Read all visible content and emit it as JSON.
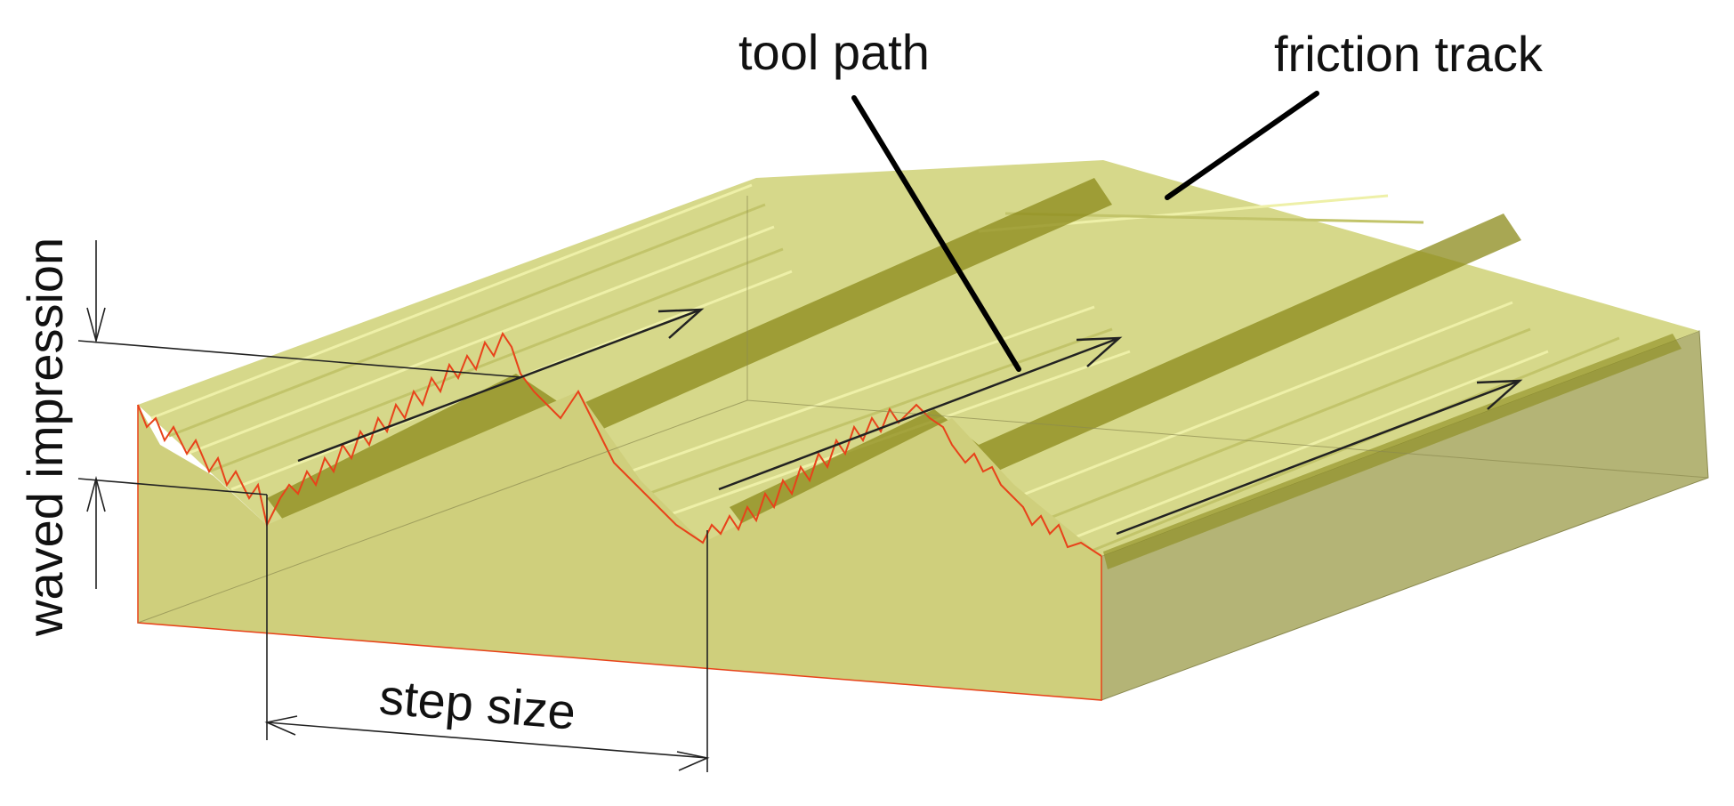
{
  "labels": {
    "tool_path": "tool path",
    "friction_track": "friction track",
    "waved_impression": "waved impression",
    "step_size": "step size"
  },
  "colors": {
    "solid_front": "#cfcf7c",
    "solid_side": "#b4b476",
    "surface_light": "#e2e494",
    "groove_dark": "#8b8a1a",
    "profile_edge": "#e8421a",
    "lines": "#111111"
  }
}
